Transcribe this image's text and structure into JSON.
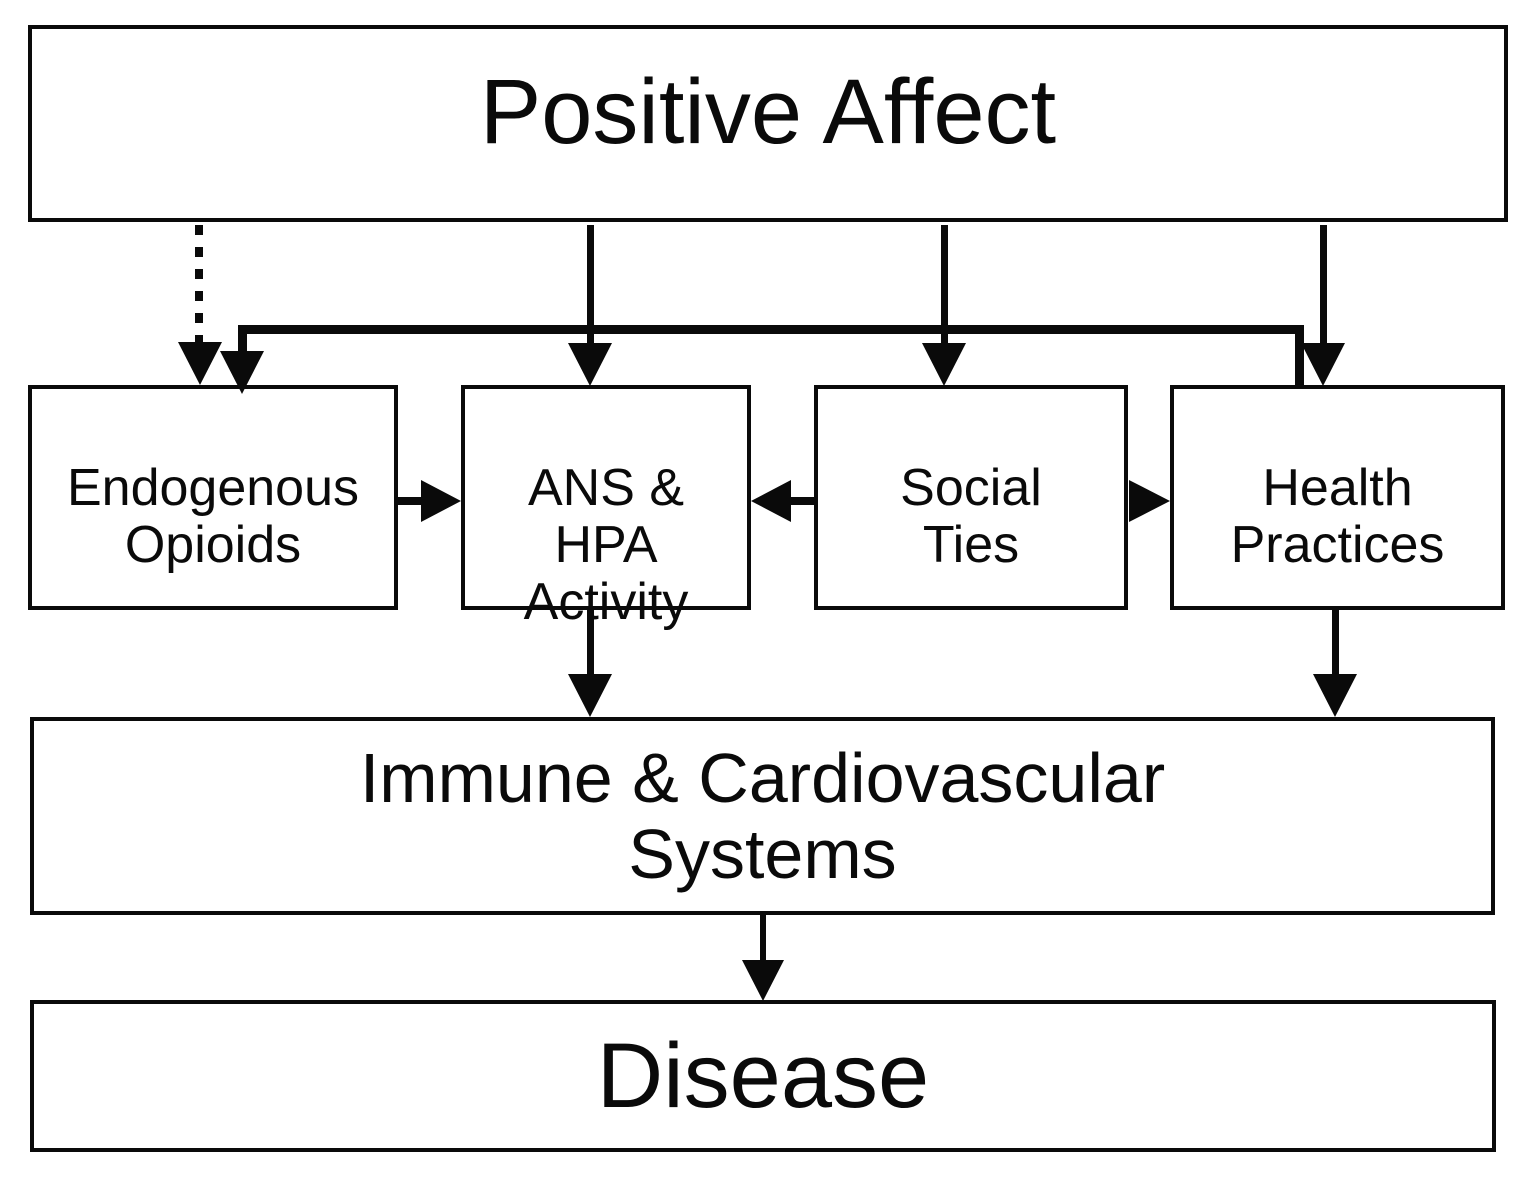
{
  "diagram": {
    "description": "Flow chart of pathways through which positive affect may influence disease",
    "colors": {
      "ink": "#0a0a0a",
      "background": "#ffffff"
    },
    "nodes": {
      "positive_affect": {
        "label": "Positive Affect"
      },
      "endogenous_opioids": {
        "label": "Endogenous\nOpioids"
      },
      "ans_hpa": {
        "label": "ANS &\nHPA\nActivity"
      },
      "social_ties": {
        "label": "Social\nTies"
      },
      "health_practices": {
        "label": "Health\nPractices"
      },
      "immune_cardio": {
        "label": "Immune & Cardiovascular\nSystems"
      },
      "disease": {
        "label": "Disease"
      }
    },
    "edges": [
      {
        "from": "Positive Affect",
        "to": "Endogenous Opioids",
        "style": "dotted"
      },
      {
        "from": "Positive Affect",
        "to": "ANS & HPA Activity",
        "style": "solid"
      },
      {
        "from": "Positive Affect",
        "to": "Social Ties",
        "style": "solid"
      },
      {
        "from": "Positive Affect",
        "to": "Health Practices",
        "style": "solid"
      },
      {
        "from": "Health Practices",
        "to": "Endogenous Opioids",
        "style": "solid-elbow"
      },
      {
        "from": "Endogenous Opioids",
        "to": "ANS & HPA Activity",
        "style": "solid"
      },
      {
        "from": "Social Ties",
        "to": "ANS & HPA Activity",
        "style": "solid"
      },
      {
        "from": "Social Ties",
        "to": "Health Practices",
        "style": "solid"
      },
      {
        "from": "ANS & HPA Activity",
        "to": "Immune & Cardiovascular Systems",
        "style": "solid"
      },
      {
        "from": "Health Practices",
        "to": "Immune & Cardiovascular Systems",
        "style": "solid"
      },
      {
        "from": "Immune & Cardiovascular Systems",
        "to": "Disease",
        "style": "solid"
      }
    ]
  }
}
